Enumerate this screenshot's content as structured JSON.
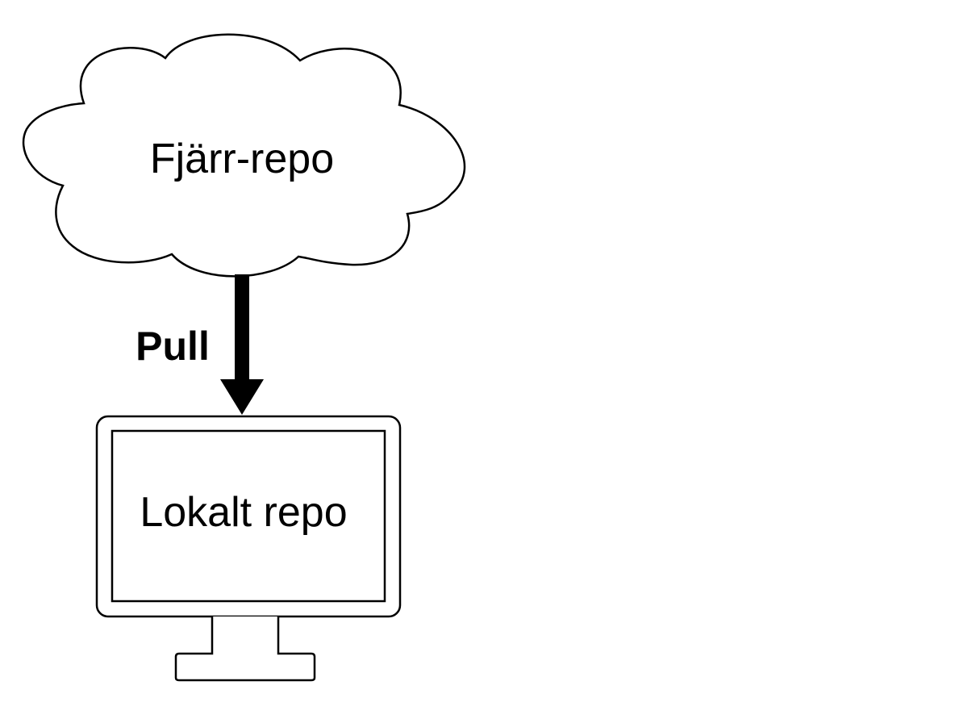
{
  "colors": {
    "background": "#ffffff",
    "stroke": "#000000",
    "fill": "#ffffff",
    "arrow": "#000000"
  },
  "cloud": {
    "label": "Fjärr-repo",
    "icon": "cloud-icon"
  },
  "arrow": {
    "label": "Pull",
    "direction": "down",
    "icon": "arrow-down-icon"
  },
  "monitor": {
    "label": "Lokalt repo",
    "icon": "monitor-icon"
  }
}
